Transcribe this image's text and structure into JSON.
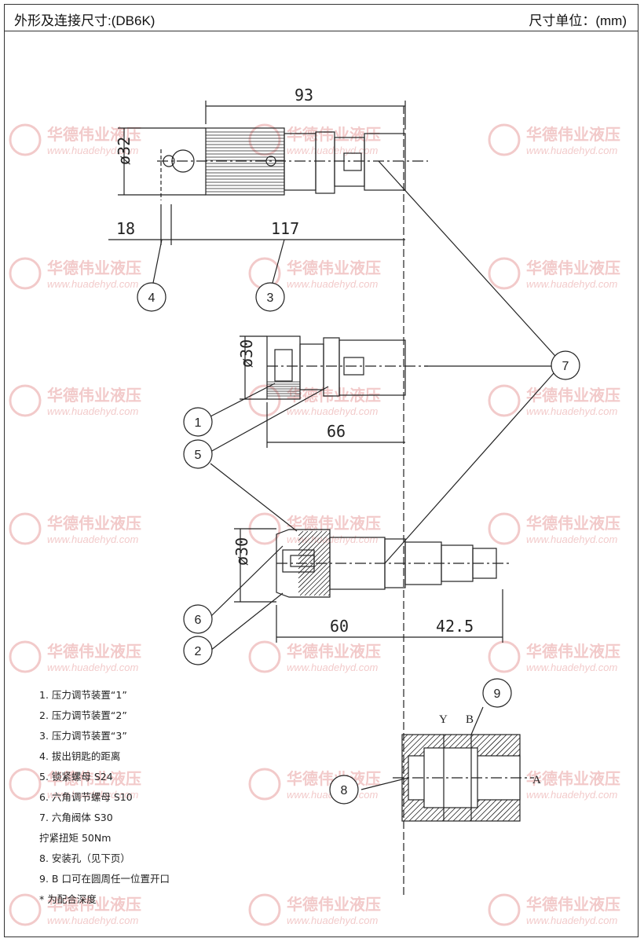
{
  "header": {
    "title": "外形及连接尺寸:(DB6K)",
    "unit": "尺寸单位：(mm)"
  },
  "watermark": {
    "brand": "华德伟业液压",
    "url": "www.huadehyd.com",
    "color": "#e8a0a0"
  },
  "dimensions": {
    "top_length": "93",
    "top_diameter": "ø32",
    "key_distance": "18",
    "overall_length": "117",
    "mid_diameter": "ø30",
    "mid_length": "66",
    "bottom_diameter": "ø30",
    "bottom_length": "60",
    "insert_length": "42.5"
  },
  "balloons": [
    "1",
    "2",
    "3",
    "4",
    "5",
    "6",
    "7",
    "8",
    "9"
  ],
  "ports": {
    "y": "Y",
    "b": "B",
    "a": "A"
  },
  "legend": [
    "1. 压力调节装置“1”",
    "2. 压力调节装置“2”",
    "3. 压力调节装置“3”",
    "4. 拔出钥匙的距离",
    "5. 锁紧螺母 S24",
    "6. 六角调节螺母 S10",
    "7. 六角阀体 S30",
    "拧紧扭矩 50Nm",
    "8. 安装孔（见下页）",
    "9. B 口可在圆周任一位置开口",
    "* 为配合深度"
  ]
}
